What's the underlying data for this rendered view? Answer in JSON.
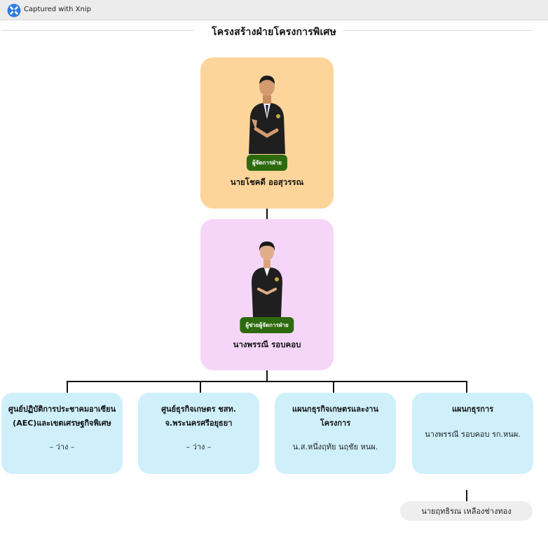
{
  "window": {
    "title": "Captured with Xnip"
  },
  "page": {
    "title": "โครงสร้างฝ่ายโครงการพิเศษ"
  },
  "manager": {
    "role": "ผู้จัดการฝ่าย",
    "name": "นายโชคดี ออสุวรรณ"
  },
  "assistant": {
    "role": "ผู้ช่วยผู้จัดการฝ่าย",
    "name": "นางพรรณี รอบคอบ"
  },
  "units": [
    {
      "title_line1": "ศูนย์ปฏิบัติการประชาคมอาเซียน",
      "title_line2": "(AEC)และเขตเศรษฐกิจพิเศษ",
      "person": "– ว่าง –"
    },
    {
      "title_line1": "ศูนย์ธุรกิจเกษตร ชสท.",
      "title_line2": "จ.พระนครศรีอยุธยา",
      "person": "– ว่าง –"
    },
    {
      "title_line1": "แผนกธุรกิจเกษตรและงาน",
      "title_line2": "โครงการ",
      "person": "น.ส.หนึ่งฤทัย นฤชัย หนผ."
    },
    {
      "title_line1": "แผนกธุรการ",
      "title_line2": "",
      "person": "นางพรรณี รอบคอบ รก.หนผ."
    }
  ],
  "staff": {
    "name": "นายฤทธิรณ เหลืองช่างทอง"
  },
  "colors": {
    "manager_card": "#fdd59b",
    "assistant_card": "#f6d6f8",
    "unit_card": "#cff0fb",
    "badge": "#2d6a0e",
    "staff_pill": "#eeeeee"
  }
}
